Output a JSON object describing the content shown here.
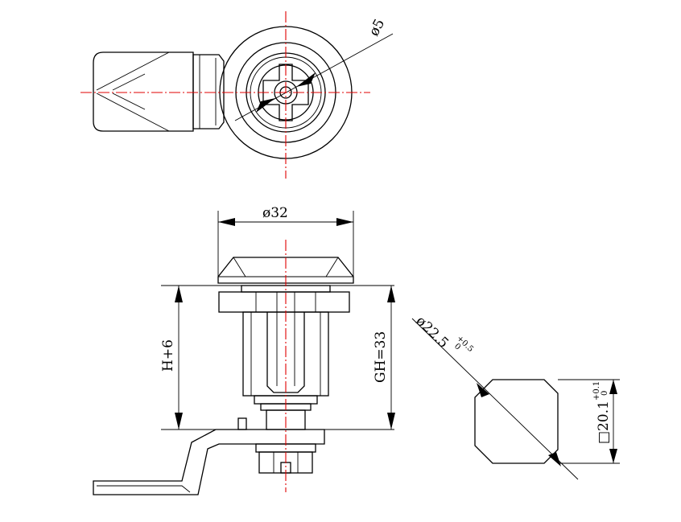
{
  "dimensions": {
    "hole_dia": "ø5",
    "head_dia": "ø32",
    "height_adjust": "H+6",
    "grip_height": "GH=33",
    "cutout_dia": "ø22.5",
    "cutout_dia_tol": "+0.5",
    "cutout_dia_tol_low": "0",
    "cutout_square": "□20.1",
    "cutout_square_tol": "+0.1",
    "cutout_square_tol_low": "0"
  },
  "colors": {
    "centerline": "#e00000",
    "outline": "#000000"
  }
}
